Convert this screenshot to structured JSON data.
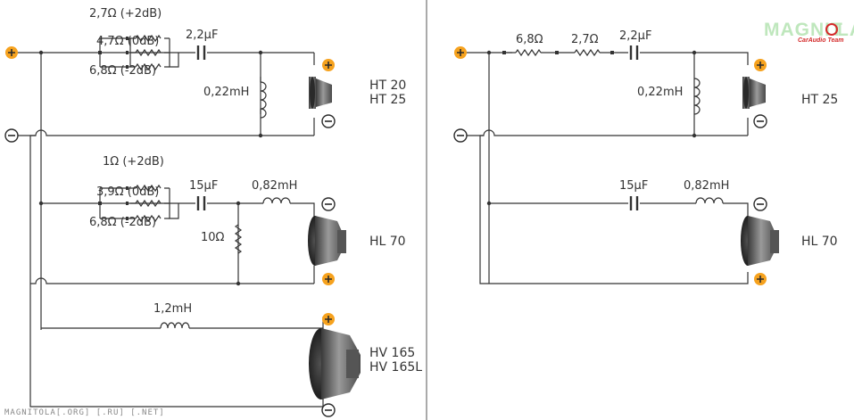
{
  "left": {
    "tweeter_resistors": [
      "2,7Ω",
      "4,7Ω",
      "6,8Ω"
    ],
    "tweeter_resistor_levels": [
      "(+2dB)",
      "(0dB)",
      "(-2dB)"
    ],
    "tweeter_capacitor": "2,2μF",
    "tweeter_inductor": "0,22mH",
    "tweeter_models": [
      "HT 20",
      "HT 25"
    ],
    "mid_resistors": [
      "1Ω",
      "3,9Ω",
      "6,8Ω"
    ],
    "mid_resistor_levels": [
      "(+2dB)",
      "(0dB)",
      "(-2dB)"
    ],
    "mid_capacitor": "15μF",
    "mid_inductor": "0,82mH",
    "mid_shunt_resistor": "10Ω",
    "mid_model": "HL 70",
    "woofer_inductor": "1,2mH",
    "woofer_models": [
      "HV 165",
      "HV 165L"
    ]
  },
  "right": {
    "tweeter_resistor_1": "6,8Ω",
    "tweeter_resistor_2": "2,7Ω",
    "tweeter_capacitor": "2,2μF",
    "tweeter_inductor": "0,22mH",
    "tweeter_model": "HT 25",
    "mid_capacitor": "15μF",
    "mid_inductor": "0,82mH",
    "mid_model": "HL 70"
  },
  "logo": {
    "main_left": "MAGNIT",
    "main_right": "LA",
    "sub": "CarAudio Team"
  },
  "watermark": "MAGNITOLA[.ORG] [.RU] [.NET]",
  "colors": {
    "terminal": "#f6a21e",
    "wire": "#333333",
    "logo_green": "#bfe7bd",
    "logo_red": "#d42a2a"
  }
}
